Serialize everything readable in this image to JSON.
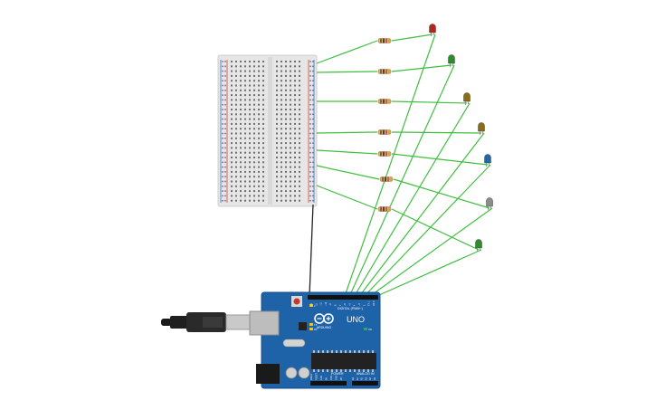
{
  "board": {
    "name": "UNO",
    "brand": "ARDUINO",
    "digital_header": "DIGITAL (PWM~)",
    "analog_header": "ANALOG IN",
    "power_header": "POWER",
    "digital_pins": [
      "13",
      "12",
      "~11",
      "~10",
      "~9",
      "8",
      "7",
      "~6",
      "~5",
      "4",
      "~3",
      "2",
      "TX 1",
      "RX 0"
    ],
    "power_pins": [
      "IOREF",
      "RESET",
      "3.3V",
      "5V",
      "GND",
      "GND",
      "Vin"
    ],
    "analog_pins": [
      "A0",
      "A1",
      "A2",
      "A3",
      "A4",
      "A5"
    ],
    "indicator_labels": [
      "L",
      "TX",
      "RX",
      "ON"
    ]
  },
  "leds": [
    {
      "color": "#b3261e"
    },
    {
      "color": "#2e8b2e"
    },
    {
      "color": "#8a6d14"
    },
    {
      "color": "#8a6d14"
    },
    {
      "color": "#1f6aa5"
    },
    {
      "color": "#8c8c8c"
    },
    {
      "color": "#2e8b2e"
    }
  ],
  "colors": {
    "wire": "#3fbf3f",
    "ground_wire": "#222222",
    "board": "#1e62a8",
    "breadboard": "#e6e6e6",
    "rail_red": "#d94040",
    "rail_blue": "#3a6fd8"
  }
}
